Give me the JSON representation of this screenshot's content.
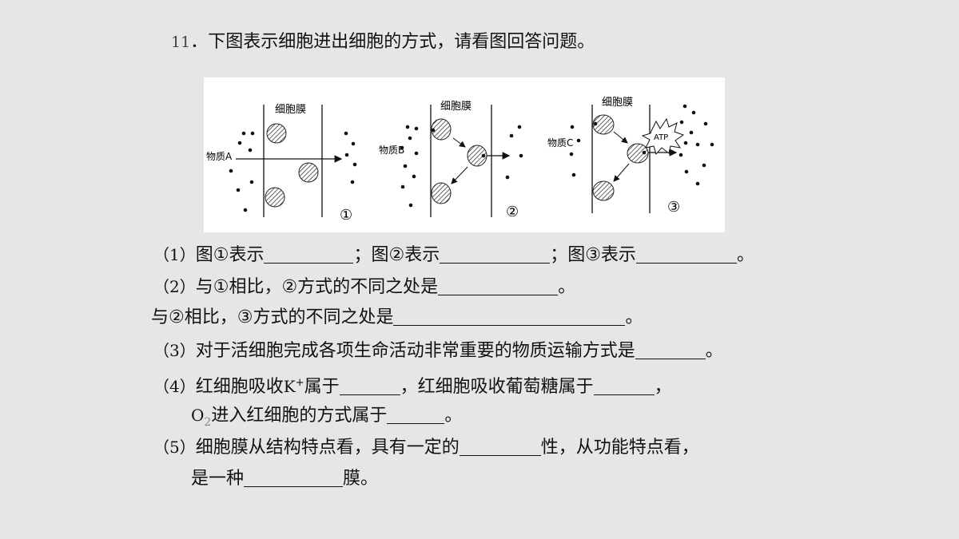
{
  "question": {
    "number": "11",
    "dot": "．",
    "stem": "下图表示细胞进出细胞的方式，请看图回答问题。"
  },
  "figure": {
    "membrane_label": "细胞膜",
    "panels": [
      {
        "substance": "物质A",
        "marker": "①"
      },
      {
        "substance": "物质B",
        "marker": "②"
      },
      {
        "substance": "物质C",
        "marker": "③",
        "energy_label": "ATP"
      }
    ]
  },
  "items": {
    "q1": {
      "prefix": "（1）",
      "p1": "图①表示",
      "p2": "；图②表示",
      "p3": "；图③表示",
      "end": "。"
    },
    "q2a": {
      "prefix": "（2）",
      "text": "与①相比，②方式的不同之处是",
      "end": "。"
    },
    "q2b": {
      "text": "与②相比，③方式的不同之处是",
      "end": "。"
    },
    "q3": {
      "prefix": "（3）",
      "text": "对于活细胞完成各项生命活动非常重要的物质运输方式是",
      "end": "。"
    },
    "q4a": {
      "prefix": "（4）",
      "t1": "红细胞吸收",
      "ion": "K",
      "charge": "+",
      "t2": "属于",
      "t3": "，红细胞吸收葡萄糖属于",
      "end": "，"
    },
    "q4b": {
      "o": "O",
      "o_sub": "2",
      "text": "进入红细胞的方式属于",
      "end": "。"
    },
    "q5a": {
      "prefix": "（5）",
      "t1": "细胞膜从结构特点看，具有一定的",
      "t2": "性，从功能特点看，"
    },
    "q5b": {
      "t1": "是一种",
      "t2": "膜。"
    }
  }
}
